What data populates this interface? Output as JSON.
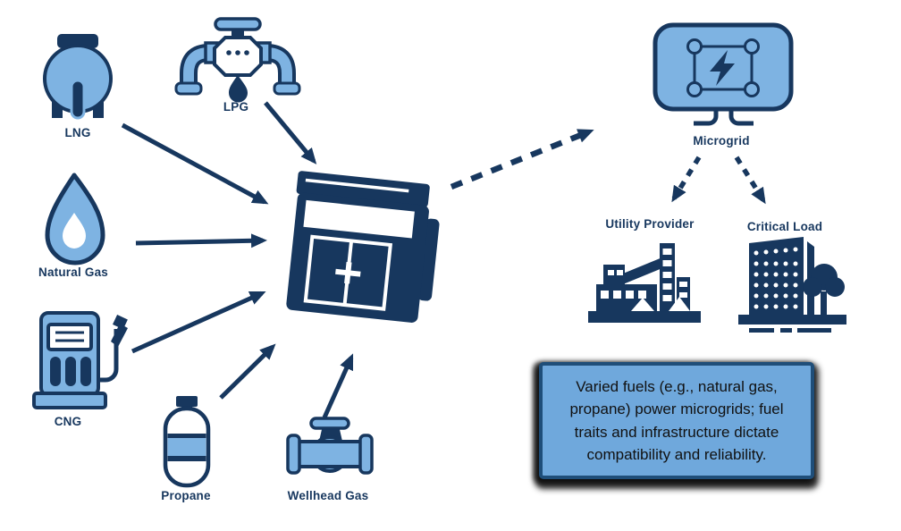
{
  "colors": {
    "dark_navy": "#17375E",
    "light_blue": "#7EB3E2",
    "caption_fill": "#6FA8DC",
    "caption_border": "#1F4E79",
    "caption_text": "#111111",
    "background": "#FFFFFF"
  },
  "nodes": {
    "lng": {
      "label": "LNG",
      "icon": "lng-storage-tank-icon"
    },
    "lpg": {
      "label": "LPG",
      "icon": "lpg-valve-pipe-icon"
    },
    "natural_gas": {
      "label": "Natural Gas",
      "icon": "gas-flame-icon"
    },
    "cng": {
      "label": "CNG",
      "icon": "cng-fuel-pump-icon"
    },
    "propane": {
      "label": "Propane",
      "icon": "propane-cylinder-icon"
    },
    "wellhead_gas": {
      "label": "Wellhead Gas",
      "icon": "wellhead-pipe-valve-icon"
    },
    "generator": {
      "icon": "generator-icon"
    },
    "microgrid": {
      "label": "Microgrid",
      "icon": "microgrid-controller-icon"
    },
    "utility_provider": {
      "label": "Utility Provider",
      "icon": "factory-building-icon"
    },
    "critical_load": {
      "label": "Critical Load",
      "icon": "office-building-tree-icon"
    }
  },
  "connections": [
    {
      "from": "lng",
      "to": "generator",
      "style": "solid"
    },
    {
      "from": "lpg",
      "to": "generator",
      "style": "solid"
    },
    {
      "from": "natural_gas",
      "to": "generator",
      "style": "solid"
    },
    {
      "from": "cng",
      "to": "generator",
      "style": "solid"
    },
    {
      "from": "propane",
      "to": "generator",
      "style": "solid"
    },
    {
      "from": "wellhead_gas",
      "to": "generator",
      "style": "solid"
    },
    {
      "from": "generator",
      "to": "microgrid",
      "style": "dashed"
    },
    {
      "from": "microgrid",
      "to": "utility_provider",
      "style": "dashed"
    },
    {
      "from": "microgrid",
      "to": "critical_load",
      "style": "dashed"
    }
  ],
  "caption": "Varied fuels (e.g., natural gas, propane) power microgrids; fuel traits and infrastructure dictate compatibility and reliability."
}
